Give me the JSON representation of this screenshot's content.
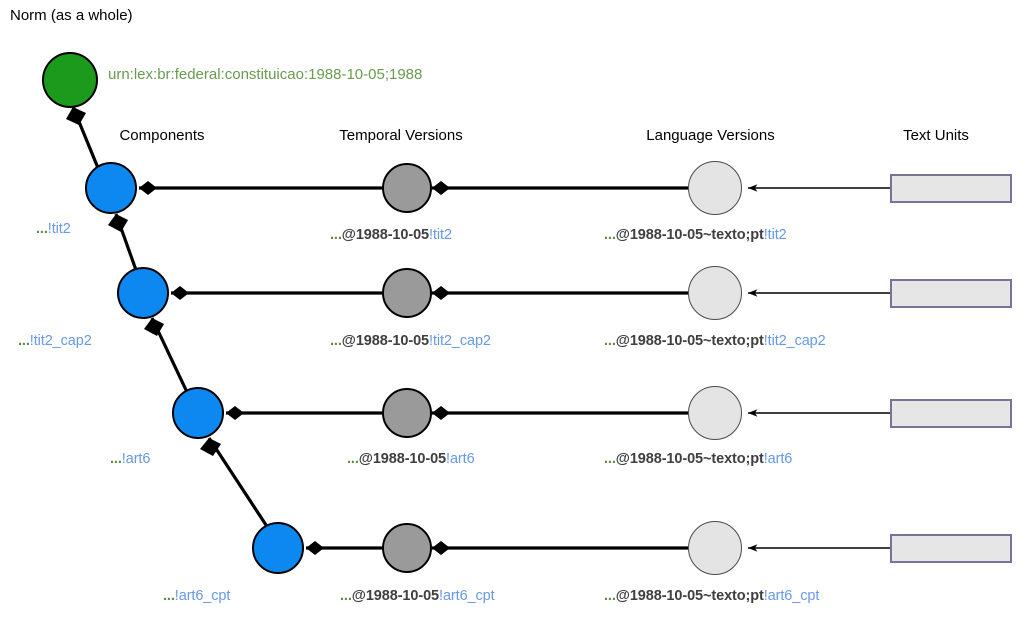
{
  "diagram": {
    "section_title": "Norm (as a whole)",
    "root_urn": "urn:lex:br:federal:constituicao:1988-10-05;1988",
    "column_headers": [
      {
        "key": "components",
        "label": "Components"
      },
      {
        "key": "temporal",
        "label": "Temporal Versions"
      },
      {
        "key": "language",
        "label": "Language Versions"
      },
      {
        "key": "textunits",
        "label": "Text Units"
      }
    ],
    "colors": {
      "root_node": "#1c9a1c",
      "component_node": "#0d88f0",
      "temporal_node": "#9a9a9a",
      "language_node": "#e4e4e4",
      "text_unit_fill": "#e6e6e6",
      "text_unit_border": "#7d7099",
      "ellipsis_text": "#5f8b3e",
      "mid_text": "#3f3f3f",
      "suffix_text": "#6699e8",
      "urn_text": "#6a9b4e",
      "edge": "#000000"
    },
    "rows": [
      {
        "id": "tit2",
        "component": {
          "ellipsis": "...",
          "mid": "",
          "suffix": "!tit2"
        },
        "temporal": {
          "ellipsis": "...",
          "mid": "@1988-10-05",
          "suffix": "!tit2"
        },
        "language": {
          "ellipsis": "...",
          "mid": "@1988-10-05~texto;pt",
          "suffix": "!tit2"
        },
        "text_unit": {
          "label": ""
        }
      },
      {
        "id": "tit2_cap2",
        "component": {
          "ellipsis": "...",
          "mid": "",
          "suffix": "!tit2_cap2"
        },
        "temporal": {
          "ellipsis": "...",
          "mid": "@1988-10-05",
          "suffix": "!tit2_cap2"
        },
        "language": {
          "ellipsis": "...",
          "mid": "@1988-10-05~texto;pt",
          "suffix": "!tit2_cap2"
        },
        "text_unit": {
          "label": ""
        }
      },
      {
        "id": "art6",
        "component": {
          "ellipsis": "...",
          "mid": "",
          "suffix": "!art6"
        },
        "temporal": {
          "ellipsis": "...",
          "mid": "@1988-10-05",
          "suffix": "!art6"
        },
        "language": {
          "ellipsis": "...",
          "mid": "@1988-10-05~texto;pt",
          "suffix": "!art6"
        },
        "text_unit": {
          "label": ""
        }
      },
      {
        "id": "art6_cpt",
        "component": {
          "ellipsis": "...",
          "mid": "",
          "suffix": "!art6_cpt"
        },
        "temporal": {
          "ellipsis": "...",
          "mid": "@1988-10-05",
          "suffix": "!art6_cpt"
        },
        "language": {
          "ellipsis": "...",
          "mid": "@1988-10-05~texto;pt",
          "suffix": "!art6_cpt"
        },
        "text_unit": {
          "label": ""
        }
      }
    ]
  }
}
